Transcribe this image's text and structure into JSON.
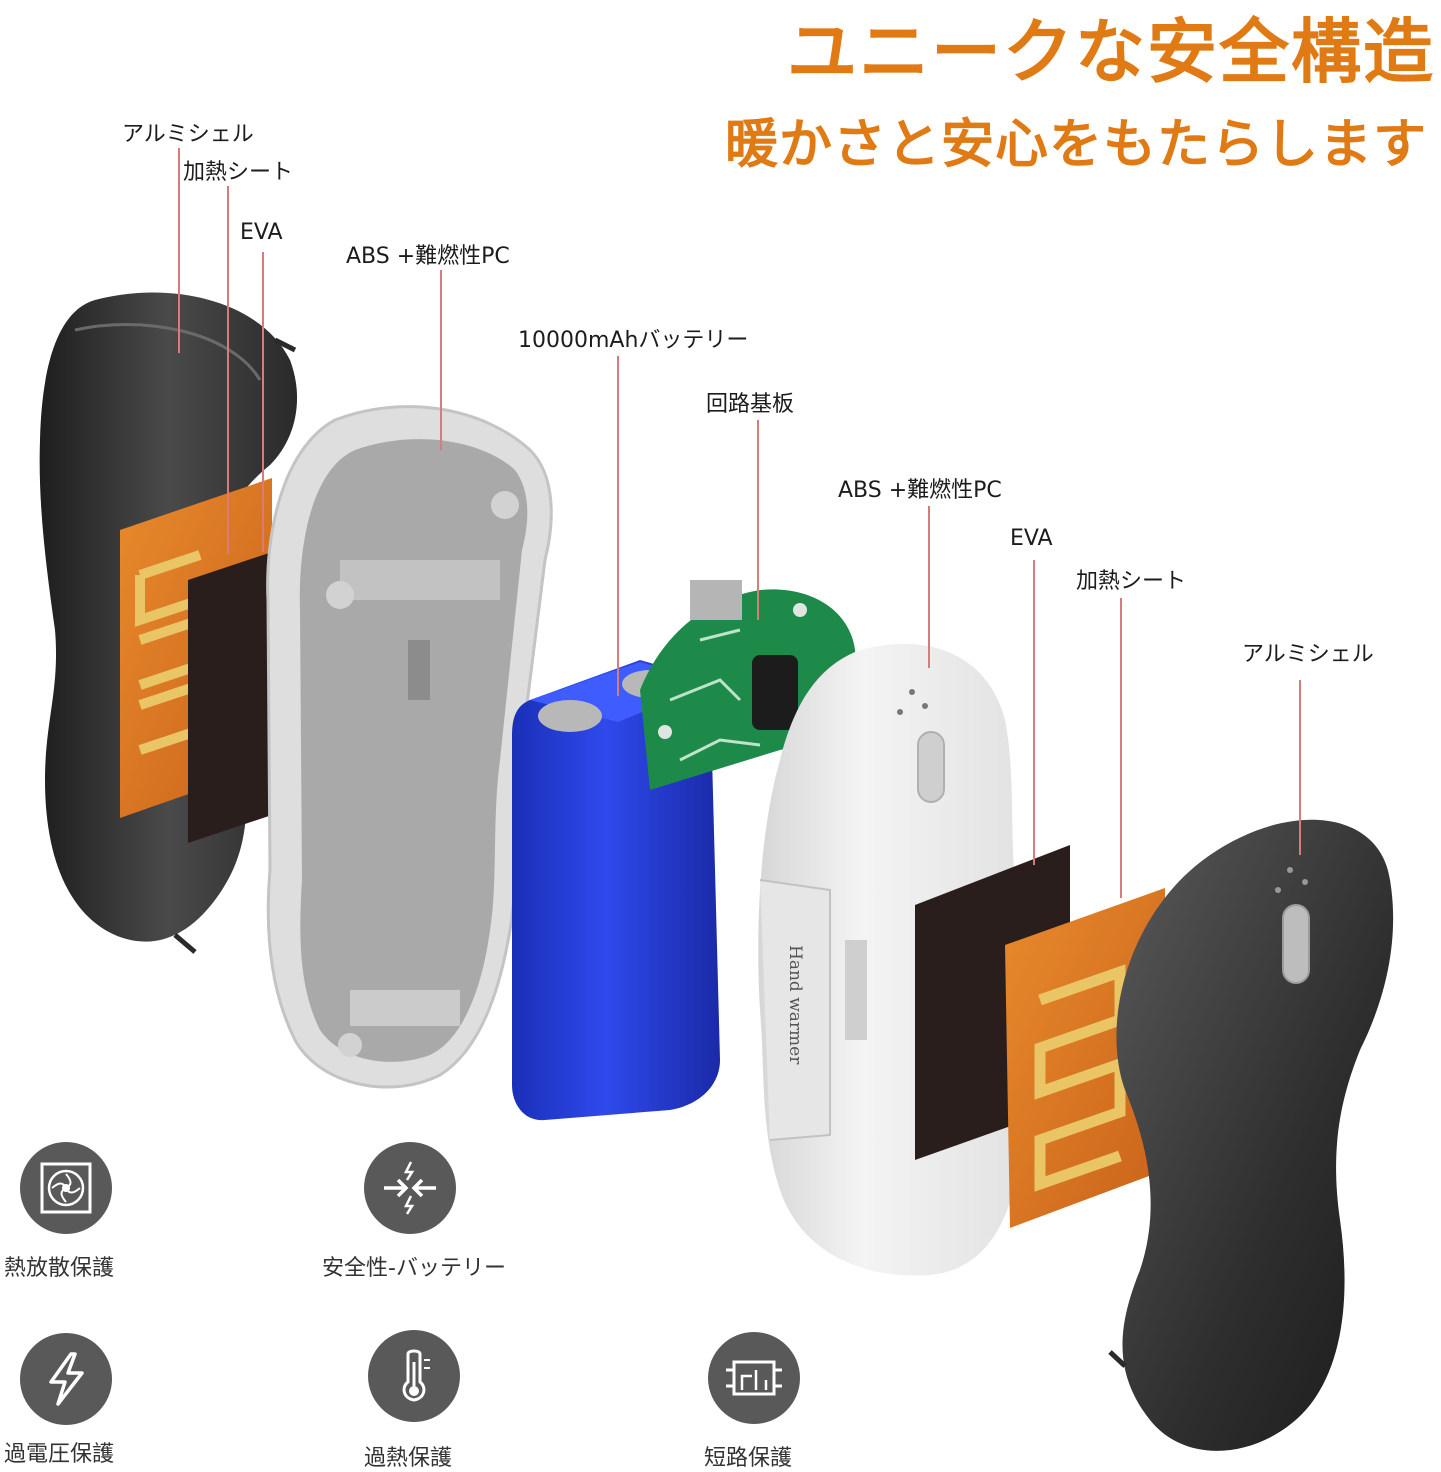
{
  "header": {
    "title": "ユニークな安全構造",
    "subtitle": "暖かさと安心をもたらします"
  },
  "labels": {
    "left_aluminum_shell": "アルミシェル",
    "left_heating_sheet": "加熱シート",
    "left_eva": "EVA",
    "left_abs_pc": "ABS +難燃性PC",
    "battery": "10000mAhバッテリー",
    "circuit_board": "回路基板",
    "right_abs_pc": "ABS +難燃性PC",
    "right_eva": "EVA",
    "right_heating_sheet": "加熱シート",
    "right_aluminum_shell": "アルミシェル"
  },
  "product_print": "Hand warmer",
  "features": [
    {
      "label": "熱放散保護",
      "icon": "fan-icon"
    },
    {
      "label": "安全性-バッテリー",
      "icon": "battery-safety-icon"
    },
    {
      "label": "過電圧保護",
      "icon": "lightning-icon"
    },
    {
      "label": "過熱保護",
      "icon": "thermometer-icon"
    },
    {
      "label": "短路保護",
      "icon": "circuit-chip-icon"
    }
  ],
  "colors": {
    "accent_orange": "#e07a14",
    "leader_line": "#d77b7b",
    "battery_blue": "#2238d6",
    "pcb_green": "#1e8a4a",
    "heater_copper": "#d9731c",
    "shell_dark": "#3a3a3a",
    "icon_bg": "#595959"
  }
}
